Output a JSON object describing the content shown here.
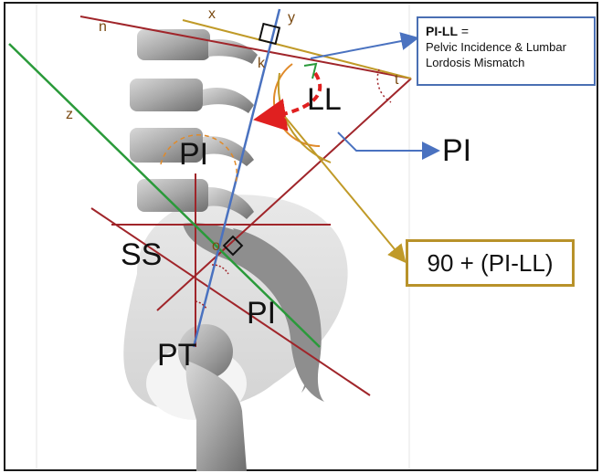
{
  "labels": {
    "n": "n",
    "x": "x",
    "y": "y",
    "k": "k",
    "t": "t",
    "z": "z",
    "o": "o",
    "ll": "LL",
    "pi_upper": "PI",
    "pi_arrow": "PI",
    "pi_lower": "PI",
    "ss": "SS",
    "pt": "PT"
  },
  "definition_box": {
    "title": "PI-LL",
    "equals": " =",
    "line1": "Pelvic Incidence & Lumbar",
    "line2": "Lordosis Mismatch"
  },
  "formula_box": {
    "text": "90 + (PI-LL)"
  },
  "colors": {
    "line_red": "#a0252a",
    "line_green": "#2a9a3a",
    "line_blue": "#4a72c0",
    "line_gold": "#c09a28",
    "arrow_red": "#e02020",
    "arc_orange": "#e08a2a",
    "bone": "#9a9a9a"
  }
}
